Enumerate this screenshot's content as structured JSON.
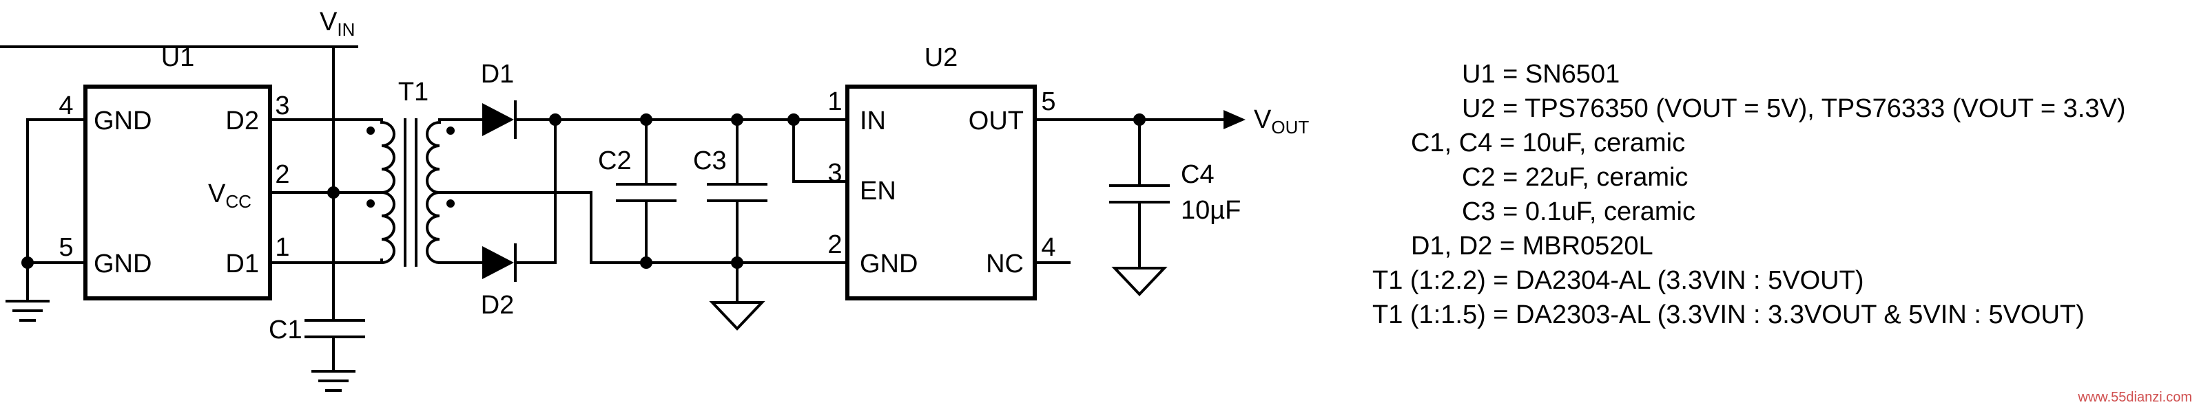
{
  "u1": {
    "name": "U1",
    "pins": {
      "gnd_top": "GND",
      "gnd_bottom": "GND",
      "d2": "D2",
      "d1": "D1",
      "vcc_main": "V",
      "vcc_sub": "CC"
    },
    "pin_numbers": {
      "p4": "4",
      "p5": "5",
      "p3": "3",
      "p2": "2",
      "p1": "1"
    }
  },
  "u2": {
    "name": "U2",
    "pins": {
      "in": "IN",
      "en": "EN",
      "gnd": "GND",
      "out": "OUT",
      "nc": "NC"
    },
    "pin_numbers": {
      "p1": "1",
      "p3": "3",
      "p2": "2",
      "p5": "5",
      "p4": "4"
    }
  },
  "labels": {
    "vin_main": "V",
    "vin_sub": "IN",
    "vout_main": "V",
    "vout_sub": "OUT",
    "t1": "T1",
    "d1": "D1",
    "d2": "D2",
    "c1": "C1",
    "c2": "C2",
    "c3": "C3",
    "c4": "C4",
    "c4_value": "10µF"
  },
  "notes": [
    "U1 = SN6501",
    "U2 = TPS76350 (VOUT = 5V), TPS76333 (VOUT = 3.3V)",
    "C1, C4 = 10uF, ceramic",
    "C2 = 22uF, ceramic",
    "C3 = 0.1uF, ceramic",
    "D1, D2 = MBR0520L",
    "T1 (1:2.2) = DA2304-AL (3.3VIN : 5VOUT)",
    "T1 (1:1.5) = DA2303-AL (3.3VIN : 3.3VOUT & 5VIN : 5VOUT)"
  ],
  "watermark": "www.55dianzi.com"
}
